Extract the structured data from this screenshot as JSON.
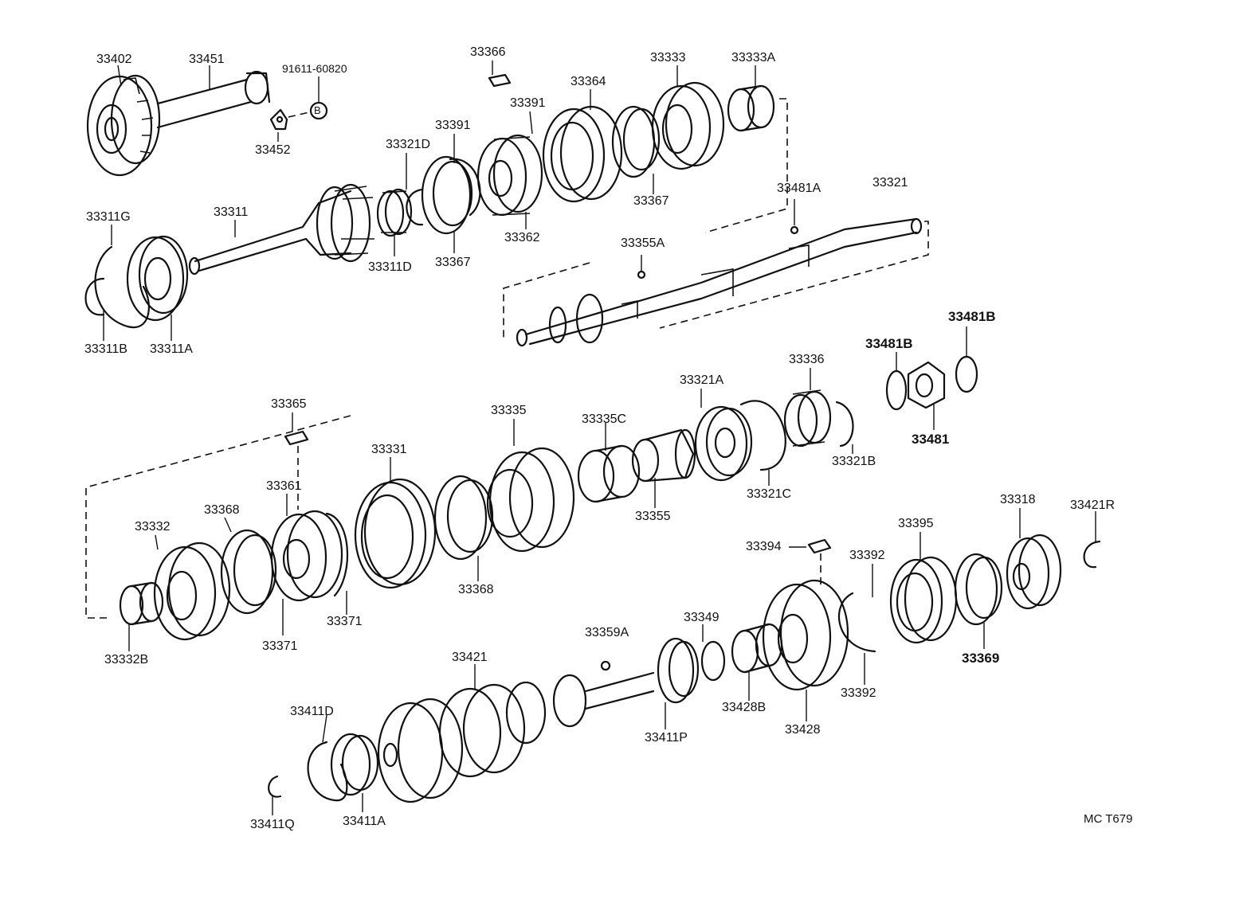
{
  "parts": {
    "p33402": "33402",
    "p33451": "33451",
    "p91611": "91611-60820",
    "pB": "B",
    "p33452": "33452",
    "p33366": "33366",
    "p33333": "33333",
    "p33333A": "33333A",
    "p33364": "33364",
    "p33391a": "33391",
    "p33391b": "33391",
    "p33321D": "33321D",
    "p33311G": "33311G",
    "p33311": "33311",
    "p33367a": "33367",
    "p33367b": "33367",
    "p33362": "33362",
    "p33311D": "33311D",
    "p33481A": "33481A",
    "p33321": "33321",
    "p33355A": "33355A",
    "p33311B": "33311B",
    "p33311A": "33311A",
    "p33481Ba": "33481B",
    "p33481Bb": "33481B",
    "p33481": "33481",
    "p33336": "33336",
    "p33321A": "33321A",
    "p33321B": "33321B",
    "p33321C": "33321C",
    "p33365": "33365",
    "p33335": "33335",
    "p33335C": "33335C",
    "p33331": "33331",
    "p33355": "33355",
    "p33361": "33361",
    "p33368a": "33368",
    "p33368b": "33368",
    "p33332": "33332",
    "p33371a": "33371",
    "p33371b": "33371",
    "p33332B": "33332B",
    "p33318": "33318",
    "p33421R": "33421R",
    "p33395": "33395",
    "p33394": "33394",
    "p33392a": "33392",
    "p33392b": "33392",
    "p33369": "33369",
    "p33349": "33349",
    "p33359A": "33359A",
    "p33421": "33421",
    "p33411D": "33411D",
    "p33411P": "33411P",
    "p33428B": "33428B",
    "p33428": "33428",
    "p33411Q": "33411Q",
    "p33411A": "33411A"
  },
  "diagram_code": "MC T679"
}
